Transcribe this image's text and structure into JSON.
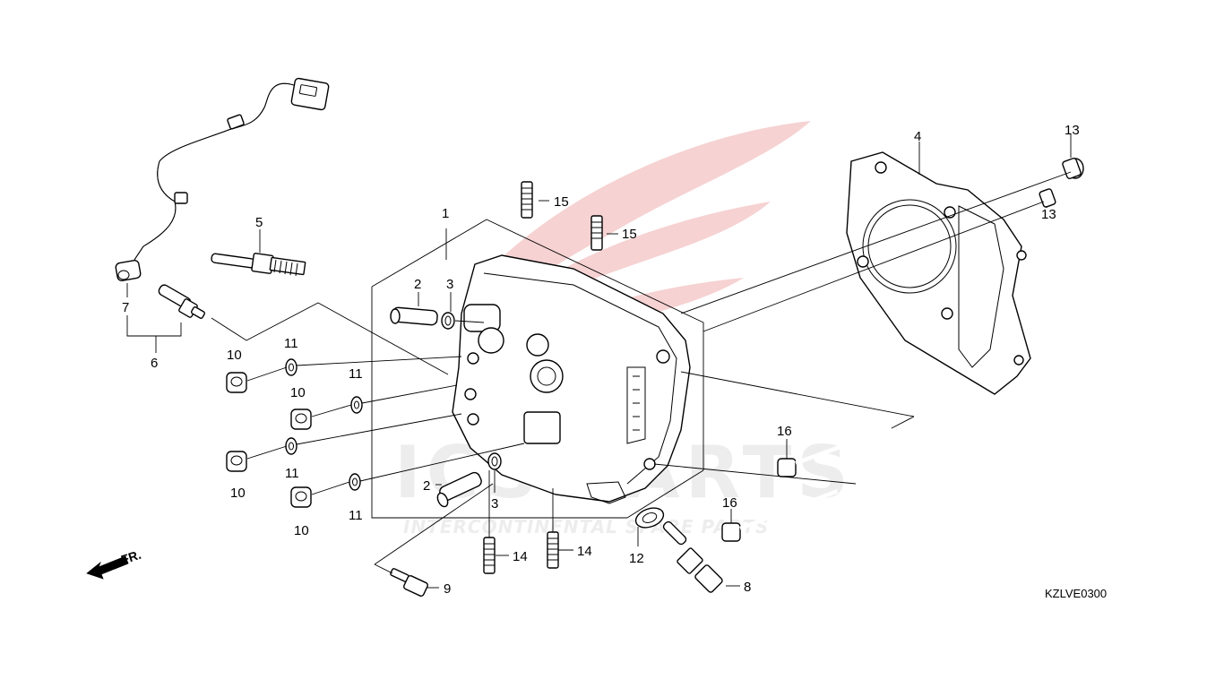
{
  "diagram": {
    "reference_code": "KZLVE0300",
    "front_indicator": "FR.",
    "watermark": {
      "brand": "ICS PARTS",
      "tagline": "INTERCONTINENTAL SPARE PARTS",
      "color": "#e8a0a0"
    },
    "callouts": {
      "c1": "1",
      "c2a": "2",
      "c2b": "2",
      "c3a": "3",
      "c3b": "3",
      "c4": "4",
      "c5": "5",
      "c6": "6",
      "c7": "7",
      "c8": "8",
      "c9": "9",
      "c10a": "10",
      "c10b": "10",
      "c10c": "10",
      "c10d": "10",
      "c11a": "11",
      "c11b": "11",
      "c11c": "11",
      "c11d": "11",
      "c12": "12",
      "c13a": "13",
      "c13b": "13",
      "c14a": "14",
      "c14b": "14",
      "c15a": "15",
      "c15b": "15",
      "c16a": "16",
      "c16b": "16"
    }
  }
}
